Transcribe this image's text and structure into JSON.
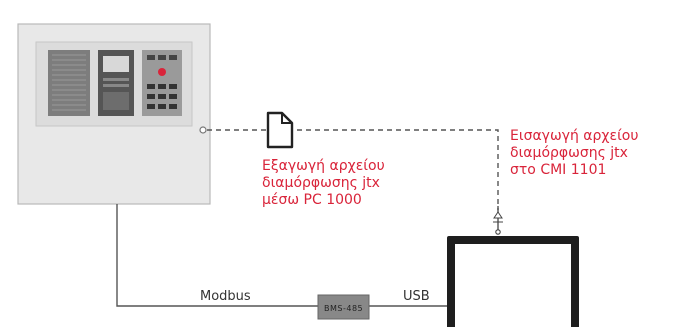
{
  "labels": {
    "export": [
      "Εξαγωγή αρχείου",
      "διαμόρφωσης jtx",
      "μέσω PC 1000"
    ],
    "import": [
      "Εισαγωγή αρχείου",
      "διαμόρφωσης jtx",
      "στο CMI 1101"
    ],
    "modbus": "Modbus",
    "usb": "USB",
    "converter": "BMS-485"
  },
  "colors": {
    "label_text": "#d9243a",
    "panel_body": "#e3e3e3",
    "panel_inner": "#d4d4d4",
    "line": "#555555",
    "laptop_screen": "#1e1e1e"
  },
  "icons": {
    "file": "file-icon",
    "usb": "usb-icon"
  }
}
